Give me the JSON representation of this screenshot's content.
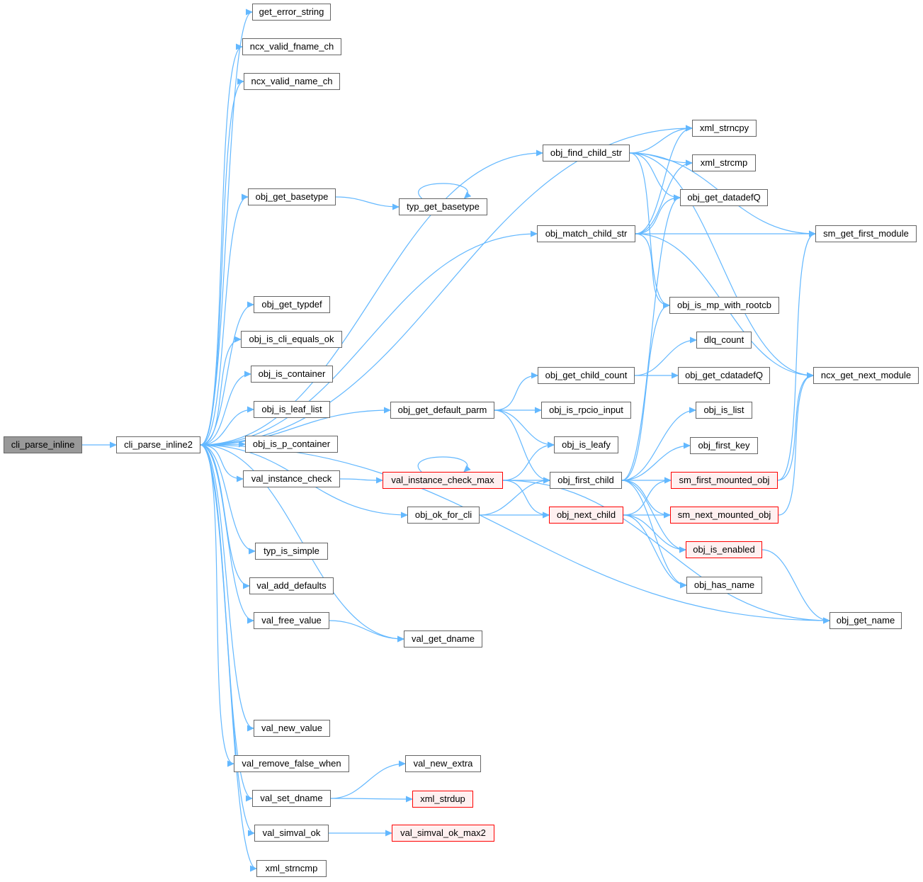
{
  "colors": {
    "edge": "#63b8ff",
    "root_fill": "#999999",
    "truncated_border": "#ff0000",
    "truncated_fill": "#fff0f0"
  },
  "nodes": {
    "cli_parse_inline": {
      "label": "cli_parse_inline",
      "kind": "root"
    },
    "cli_parse_inline2": {
      "label": "cli_parse_inline2",
      "kind": "normal"
    },
    "get_error_string": {
      "label": "get_error_string",
      "kind": "normal"
    },
    "ncx_valid_fname_ch": {
      "label": "ncx_valid_fname_ch",
      "kind": "normal"
    },
    "ncx_valid_name_ch": {
      "label": "ncx_valid_name_ch",
      "kind": "normal"
    },
    "obj_get_basetype": {
      "label": "obj_get_basetype",
      "kind": "normal"
    },
    "typ_get_basetype": {
      "label": "typ_get_basetype",
      "kind": "normal"
    },
    "obj_get_typdef": {
      "label": "obj_get_typdef",
      "kind": "normal"
    },
    "obj_is_cli_equals_ok": {
      "label": "obj_is_cli_equals_ok",
      "kind": "normal"
    },
    "obj_is_container": {
      "label": "obj_is_container",
      "kind": "normal"
    },
    "obj_is_leaf_list": {
      "label": "obj_is_leaf_list",
      "kind": "normal"
    },
    "obj_is_p_container": {
      "label": "obj_is_p_container",
      "kind": "normal"
    },
    "val_instance_check": {
      "label": "val_instance_check",
      "kind": "normal"
    },
    "typ_is_simple": {
      "label": "typ_is_simple",
      "kind": "normal"
    },
    "val_add_defaults": {
      "label": "val_add_defaults",
      "kind": "normal"
    },
    "val_free_value": {
      "label": "val_free_value",
      "kind": "normal"
    },
    "val_new_value": {
      "label": "val_new_value",
      "kind": "normal"
    },
    "val_remove_false_when": {
      "label": "val_remove_false_when",
      "kind": "normal"
    },
    "val_set_dname": {
      "label": "val_set_dname",
      "kind": "normal"
    },
    "val_simval_ok": {
      "label": "val_simval_ok",
      "kind": "normal"
    },
    "xml_strncmp": {
      "label": "xml_strncmp",
      "kind": "normal"
    },
    "obj_find_child_str": {
      "label": "obj_find_child_str",
      "kind": "normal"
    },
    "obj_match_child_str": {
      "label": "obj_match_child_str",
      "kind": "normal"
    },
    "obj_get_default_parm": {
      "label": "obj_get_default_parm",
      "kind": "normal"
    },
    "val_instance_check_max": {
      "label": "val_instance_check_max",
      "kind": "truncated"
    },
    "obj_ok_for_cli": {
      "label": "obj_ok_for_cli",
      "kind": "normal"
    },
    "val_get_dname": {
      "label": "val_get_dname",
      "kind": "normal"
    },
    "val_new_extra": {
      "label": "val_new_extra",
      "kind": "normal"
    },
    "xml_strdup": {
      "label": "xml_strdup",
      "kind": "truncated"
    },
    "val_simval_ok_max2": {
      "label": "val_simval_ok_max2",
      "kind": "truncated"
    },
    "xml_strncpy": {
      "label": "xml_strncpy",
      "kind": "normal"
    },
    "xml_strcmp": {
      "label": "xml_strcmp",
      "kind": "normal"
    },
    "obj_get_datadefQ": {
      "label": "obj_get_datadefQ",
      "kind": "normal"
    },
    "sm_get_first_module": {
      "label": "sm_get_first_module",
      "kind": "normal"
    },
    "obj_is_mp_with_rootcb": {
      "label": "obj_is_mp_with_rootcb",
      "kind": "normal"
    },
    "dlq_count": {
      "label": "dlq_count",
      "kind": "normal"
    },
    "obj_get_child_count": {
      "label": "obj_get_child_count",
      "kind": "normal"
    },
    "obj_get_cdatadefQ": {
      "label": "obj_get_cdatadefQ",
      "kind": "normal"
    },
    "ncx_get_next_module": {
      "label": "ncx_get_next_module",
      "kind": "normal"
    },
    "obj_is_rpcio_input": {
      "label": "obj_is_rpcio_input",
      "kind": "normal"
    },
    "obj_is_list": {
      "label": "obj_is_list",
      "kind": "normal"
    },
    "obj_is_leafy": {
      "label": "obj_is_leafy",
      "kind": "normal"
    },
    "obj_first_key": {
      "label": "obj_first_key",
      "kind": "normal"
    },
    "obj_first_child": {
      "label": "obj_first_child",
      "kind": "normal"
    },
    "sm_first_mounted_obj": {
      "label": "sm_first_mounted_obj",
      "kind": "truncated"
    },
    "obj_next_child": {
      "label": "obj_next_child",
      "kind": "truncated"
    },
    "sm_next_mounted_obj": {
      "label": "sm_next_mounted_obj",
      "kind": "truncated"
    },
    "obj_is_enabled": {
      "label": "obj_is_enabled",
      "kind": "truncated"
    },
    "obj_has_name": {
      "label": "obj_has_name",
      "kind": "normal"
    },
    "obj_get_name": {
      "label": "obj_get_name",
      "kind": "normal"
    }
  },
  "edges": [
    [
      "cli_parse_inline",
      "cli_parse_inline2"
    ],
    [
      "cli_parse_inline2",
      "get_error_string"
    ],
    [
      "cli_parse_inline2",
      "ncx_valid_fname_ch"
    ],
    [
      "cli_parse_inline2",
      "ncx_valid_name_ch"
    ],
    [
      "cli_parse_inline2",
      "xml_strncpy"
    ],
    [
      "cli_parse_inline2",
      "obj_find_child_str"
    ],
    [
      "cli_parse_inline2",
      "obj_get_basetype"
    ],
    [
      "cli_parse_inline2",
      "obj_match_child_str"
    ],
    [
      "cli_parse_inline2",
      "obj_get_default_parm"
    ],
    [
      "cli_parse_inline2",
      "obj_get_typdef"
    ],
    [
      "cli_parse_inline2",
      "obj_is_cli_equals_ok"
    ],
    [
      "cli_parse_inline2",
      "obj_is_container"
    ],
    [
      "cli_parse_inline2",
      "obj_is_leaf_list"
    ],
    [
      "cli_parse_inline2",
      "obj_is_p_container"
    ],
    [
      "cli_parse_inline2",
      "val_instance_check"
    ],
    [
      "cli_parse_inline2",
      "obj_ok_for_cli"
    ],
    [
      "cli_parse_inline2",
      "typ_is_simple"
    ],
    [
      "cli_parse_inline2",
      "val_add_defaults"
    ],
    [
      "cli_parse_inline2",
      "val_free_value"
    ],
    [
      "cli_parse_inline2",
      "val_get_dname"
    ],
    [
      "cli_parse_inline2",
      "obj_get_name"
    ],
    [
      "cli_parse_inline2",
      "val_new_value"
    ],
    [
      "cli_parse_inline2",
      "val_remove_false_when"
    ],
    [
      "cli_parse_inline2",
      "val_set_dname"
    ],
    [
      "cli_parse_inline2",
      "val_simval_ok"
    ],
    [
      "cli_parse_inline2",
      "xml_strncmp"
    ],
    [
      "obj_get_basetype",
      "typ_get_basetype"
    ],
    [
      "typ_get_basetype",
      "typ_get_basetype"
    ],
    [
      "obj_find_child_str",
      "xml_strncpy"
    ],
    [
      "obj_find_child_str",
      "xml_strcmp"
    ],
    [
      "obj_find_child_str",
      "obj_get_datadefQ"
    ],
    [
      "obj_find_child_str",
      "sm_get_first_module"
    ],
    [
      "obj_find_child_str",
      "ncx_get_next_module"
    ],
    [
      "obj_find_child_str",
      "obj_is_mp_with_rootcb"
    ],
    [
      "obj_match_child_str",
      "xml_strncpy"
    ],
    [
      "obj_match_child_str",
      "xml_strcmp"
    ],
    [
      "obj_match_child_str",
      "obj_get_datadefQ"
    ],
    [
      "obj_match_child_str",
      "sm_get_first_module"
    ],
    [
      "obj_match_child_str",
      "ncx_get_next_module"
    ],
    [
      "obj_match_child_str",
      "obj_is_mp_with_rootcb"
    ],
    [
      "obj_get_default_parm",
      "obj_get_child_count"
    ],
    [
      "obj_get_default_parm",
      "obj_is_rpcio_input"
    ],
    [
      "obj_get_default_parm",
      "obj_is_leafy"
    ],
    [
      "obj_get_default_parm",
      "obj_first_child"
    ],
    [
      "obj_get_child_count",
      "dlq_count"
    ],
    [
      "obj_get_child_count",
      "obj_get_cdatadefQ"
    ],
    [
      "val_instance_check",
      "val_instance_check_max"
    ],
    [
      "val_instance_check_max",
      "val_instance_check_max"
    ],
    [
      "val_instance_check_max",
      "obj_is_leafy"
    ],
    [
      "val_instance_check_max",
      "obj_first_child"
    ],
    [
      "val_instance_check_max",
      "obj_next_child"
    ],
    [
      "val_instance_check_max",
      "obj_get_name"
    ],
    [
      "obj_ok_for_cli",
      "obj_first_child"
    ],
    [
      "obj_ok_for_cli",
      "obj_next_child"
    ],
    [
      "obj_first_child",
      "obj_get_datadefQ"
    ],
    [
      "obj_first_child",
      "obj_is_mp_with_rootcb"
    ],
    [
      "obj_first_child",
      "obj_is_list"
    ],
    [
      "obj_first_child",
      "obj_first_key"
    ],
    [
      "obj_first_child",
      "sm_first_mounted_obj"
    ],
    [
      "obj_first_child",
      "sm_next_mounted_obj"
    ],
    [
      "obj_first_child",
      "obj_is_enabled"
    ],
    [
      "obj_first_child",
      "obj_has_name"
    ],
    [
      "obj_next_child",
      "sm_first_mounted_obj"
    ],
    [
      "obj_next_child",
      "sm_next_mounted_obj"
    ],
    [
      "obj_next_child",
      "obj_is_enabled"
    ],
    [
      "obj_next_child",
      "obj_has_name"
    ],
    [
      "sm_first_mounted_obj",
      "sm_get_first_module"
    ],
    [
      "sm_first_mounted_obj",
      "ncx_get_next_module"
    ],
    [
      "sm_next_mounted_obj",
      "ncx_get_next_module"
    ],
    [
      "obj_is_enabled",
      "obj_get_name"
    ],
    [
      "val_free_value",
      "val_get_dname"
    ],
    [
      "val_set_dname",
      "val_new_extra"
    ],
    [
      "val_set_dname",
      "xml_strdup"
    ],
    [
      "val_simval_ok",
      "val_simval_ok_max2"
    ]
  ]
}
